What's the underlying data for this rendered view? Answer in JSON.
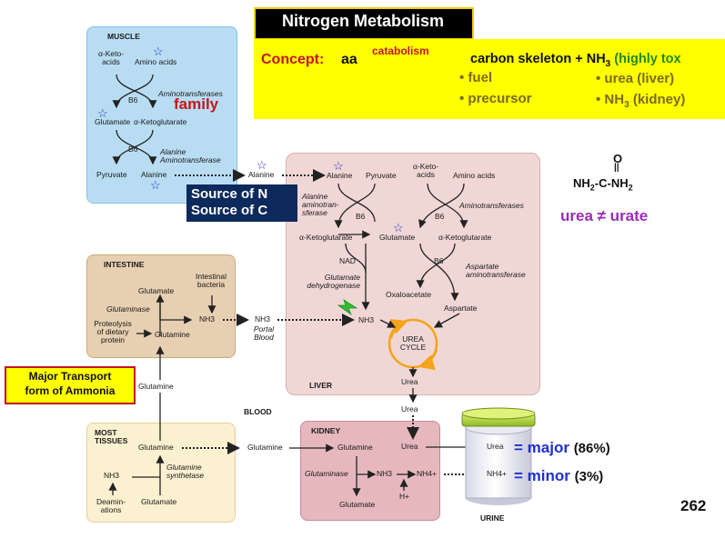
{
  "title": "Nitrogen Metabolism",
  "concept": {
    "label": "Concept:",
    "subject": "aa",
    "arrow_label": "catabolism",
    "product_a": "carbon skeleton + NH",
    "product_sub": "3",
    "product_note": "(highly tox",
    "fate_1": "• fuel",
    "fate_2": "• precursor",
    "fate_3": "• urea (liver)",
    "fate_4": "• NH",
    "fate_4_sub": "3",
    "fate_4_tail": " (kidney)"
  },
  "urea_formula": {
    "o": "O",
    "left": "NH",
    "left_sub": "2",
    "mid": "-C-NH",
    "right_sub": "2",
    "dbl": "||"
  },
  "urea_vs_urate": "urea ≠ urate",
  "page_number": "262",
  "source_box": {
    "line1": "Source of N",
    "line2": "Source of C"
  },
  "family_label": "family",
  "transport_box": {
    "line1": "Major Transport",
    "line2": "form of Ammonia"
  },
  "muscle": {
    "header": "MUSCLE",
    "keto_acids": "α-Keto-\nacids",
    "amino_acids": "Amino acids",
    "b6_top": "B6",
    "aminotransferases": "Aminotransferases",
    "glutamate": "Glutamate",
    "a_ketoglutarate": "α-Ketoglutarate",
    "b6_bottom": "B6",
    "alanine_at": "Alanine\nAminotransferase",
    "pyruvate": "Pyruvate",
    "alanine": "Alanine"
  },
  "blood_alanine": "Alanine",
  "liver": {
    "header": "LIVER",
    "alanine": "Alanine",
    "pyruvate": "Pyruvate",
    "keto_acids": "α-Keto-\nacids",
    "amino_acids": "Amino acids",
    "alanine_at": "Alanine\naminotran-\nsferase",
    "b6_left": "B6",
    "b6_right": "B6",
    "aminotransferases": "Aminotransferases",
    "a_kg_left": "α-Ketoglutarate",
    "glutamate": "Glutamate",
    "a_kg_right": "α-Ketoglutarate",
    "nad": "NAD",
    "b6_asp": "B6",
    "asp_at": "Aspartate\naminotransferase",
    "gdh": "Glutamate\ndehydrogenase",
    "oxaloacetate": "Oxaloacetate",
    "aspartate": "Aspartate",
    "nh3": "NH3",
    "urea_cycle": "UREA\nCYCLE",
    "urea": "Urea"
  },
  "intestine": {
    "header": "INTESTINE",
    "glutamate": "Glutamate",
    "bacteria": "Intestinal\nbacteria",
    "glutaminase": "Glutaminase",
    "nh3": "NH3",
    "proteolysis": "Proteolysis\nof dietary\nprotein",
    "glutamine": "Glutamine"
  },
  "portal": {
    "nh3": "NH3",
    "label": "Portal\nBlood"
  },
  "blood": {
    "label": "BLOOD",
    "glutamine_up": "Glutamine",
    "glutamine_mid": "Glutamine",
    "urea": "Urea"
  },
  "tissues": {
    "header": "MOST\nTISSUES",
    "glutamine": "Glutamine",
    "nh3": "NH3",
    "gs": "Glutamine\nsynthetase",
    "deamin": "Deamin-\nations",
    "glutamate": "Glutamate"
  },
  "kidney": {
    "header": "KIDNEY",
    "glutamine": "Glutamine",
    "urea": "Urea",
    "glutaminase": "Glutaminase",
    "nh3": "NH3",
    "nh4": "NH4+",
    "h": "H+",
    "glutamate": "Glutamate"
  },
  "urine": {
    "label": "URINE",
    "urea": "Urea",
    "nh4": "NH4+",
    "major": "= major",
    "major_pct": "(86%)",
    "minor": "= minor",
    "minor_pct": "(3%)"
  },
  "colors": {
    "muscle": "#b8ddf3",
    "liver": "#f0d7d5",
    "intestine": "#e7cfb2",
    "tissues": "#fbf0cf",
    "kidney": "#e6b8be",
    "concept": "#ffff00",
    "source_box": "#0e2a5c",
    "red": "#c4151c",
    "blue": "#1f2fd0",
    "purple": "#9a2bb8",
    "olive": "#7a6a1f",
    "green_accent": "#1e8a1e",
    "cycle_orange": "#f5a31a"
  }
}
